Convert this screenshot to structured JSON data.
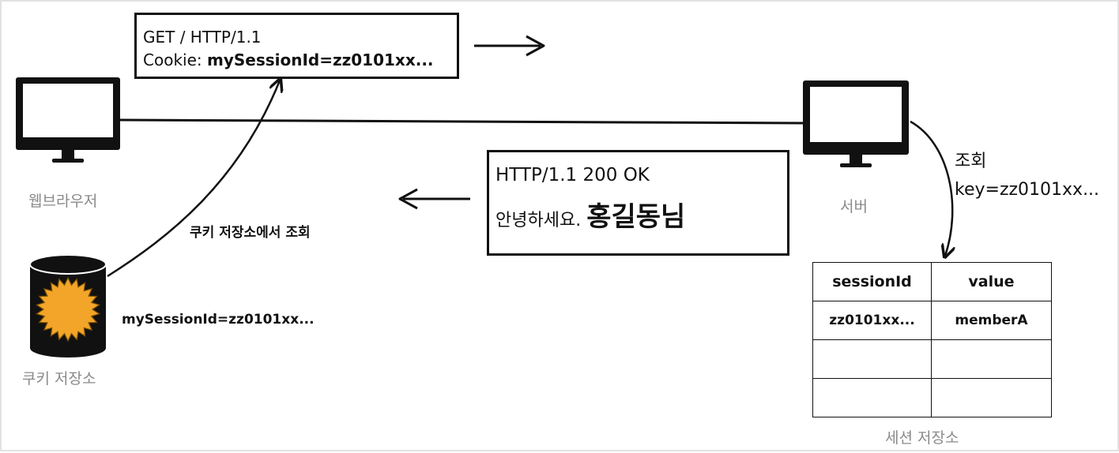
{
  "request": {
    "line1": "GET / HTTP/1.1",
    "cookie_prefix": "Cookie: ",
    "cookie_value": "mySessionId=zz0101xx..."
  },
  "response": {
    "status": "HTTP/1.1 200 OK",
    "greeting": "안녕하세요. ",
    "name": "홍길동님"
  },
  "browser": {
    "label": "웹브라우저"
  },
  "server": {
    "label": "서버"
  },
  "cookie_store": {
    "label": "쿠키 저장소",
    "value": "mySessionId=zz0101xx...",
    "lookup_label": "쿠키 저장소에서 조회"
  },
  "server_lookup": {
    "line1": "조회",
    "line2": "key=zz0101xx..."
  },
  "session_store": {
    "label": "세션 저장소",
    "headers": [
      "sessionId",
      "value"
    ],
    "rows": [
      [
        "zz0101xx...",
        "memberA"
      ],
      [
        "",
        ""
      ],
      [
        "",
        ""
      ]
    ]
  },
  "colors": {
    "stroke": "#111111",
    "caption": "#8a8a8a",
    "cookie_fill": "#f2a529",
    "frame_border": "#e2e2e2"
  }
}
